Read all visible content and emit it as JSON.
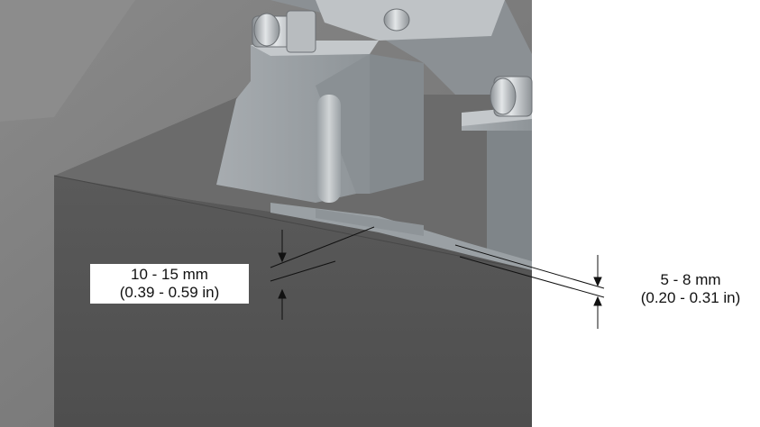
{
  "dimensions": {
    "left": {
      "metric": "10 - 15 mm",
      "imperial": "(0.39 - 0.59 in)"
    },
    "right": {
      "metric": "5 - 8 mm",
      "imperial": "(0.20 - 0.31 in)"
    }
  },
  "colors": {
    "background": "#ffffff",
    "wall_gray": "#7a7a7a",
    "block_front": "#555555",
    "block_top": "#6b6b6b",
    "bracket_light": "#aeb3b6",
    "bracket_mid": "#969ca0",
    "bracket_dark": "#7f8589",
    "bolt_silver": "#c9cdd0",
    "dimension_line": "#111111"
  },
  "icons": [
    "hex-bolt-icon",
    "dimension-arrow-icon"
  ]
}
